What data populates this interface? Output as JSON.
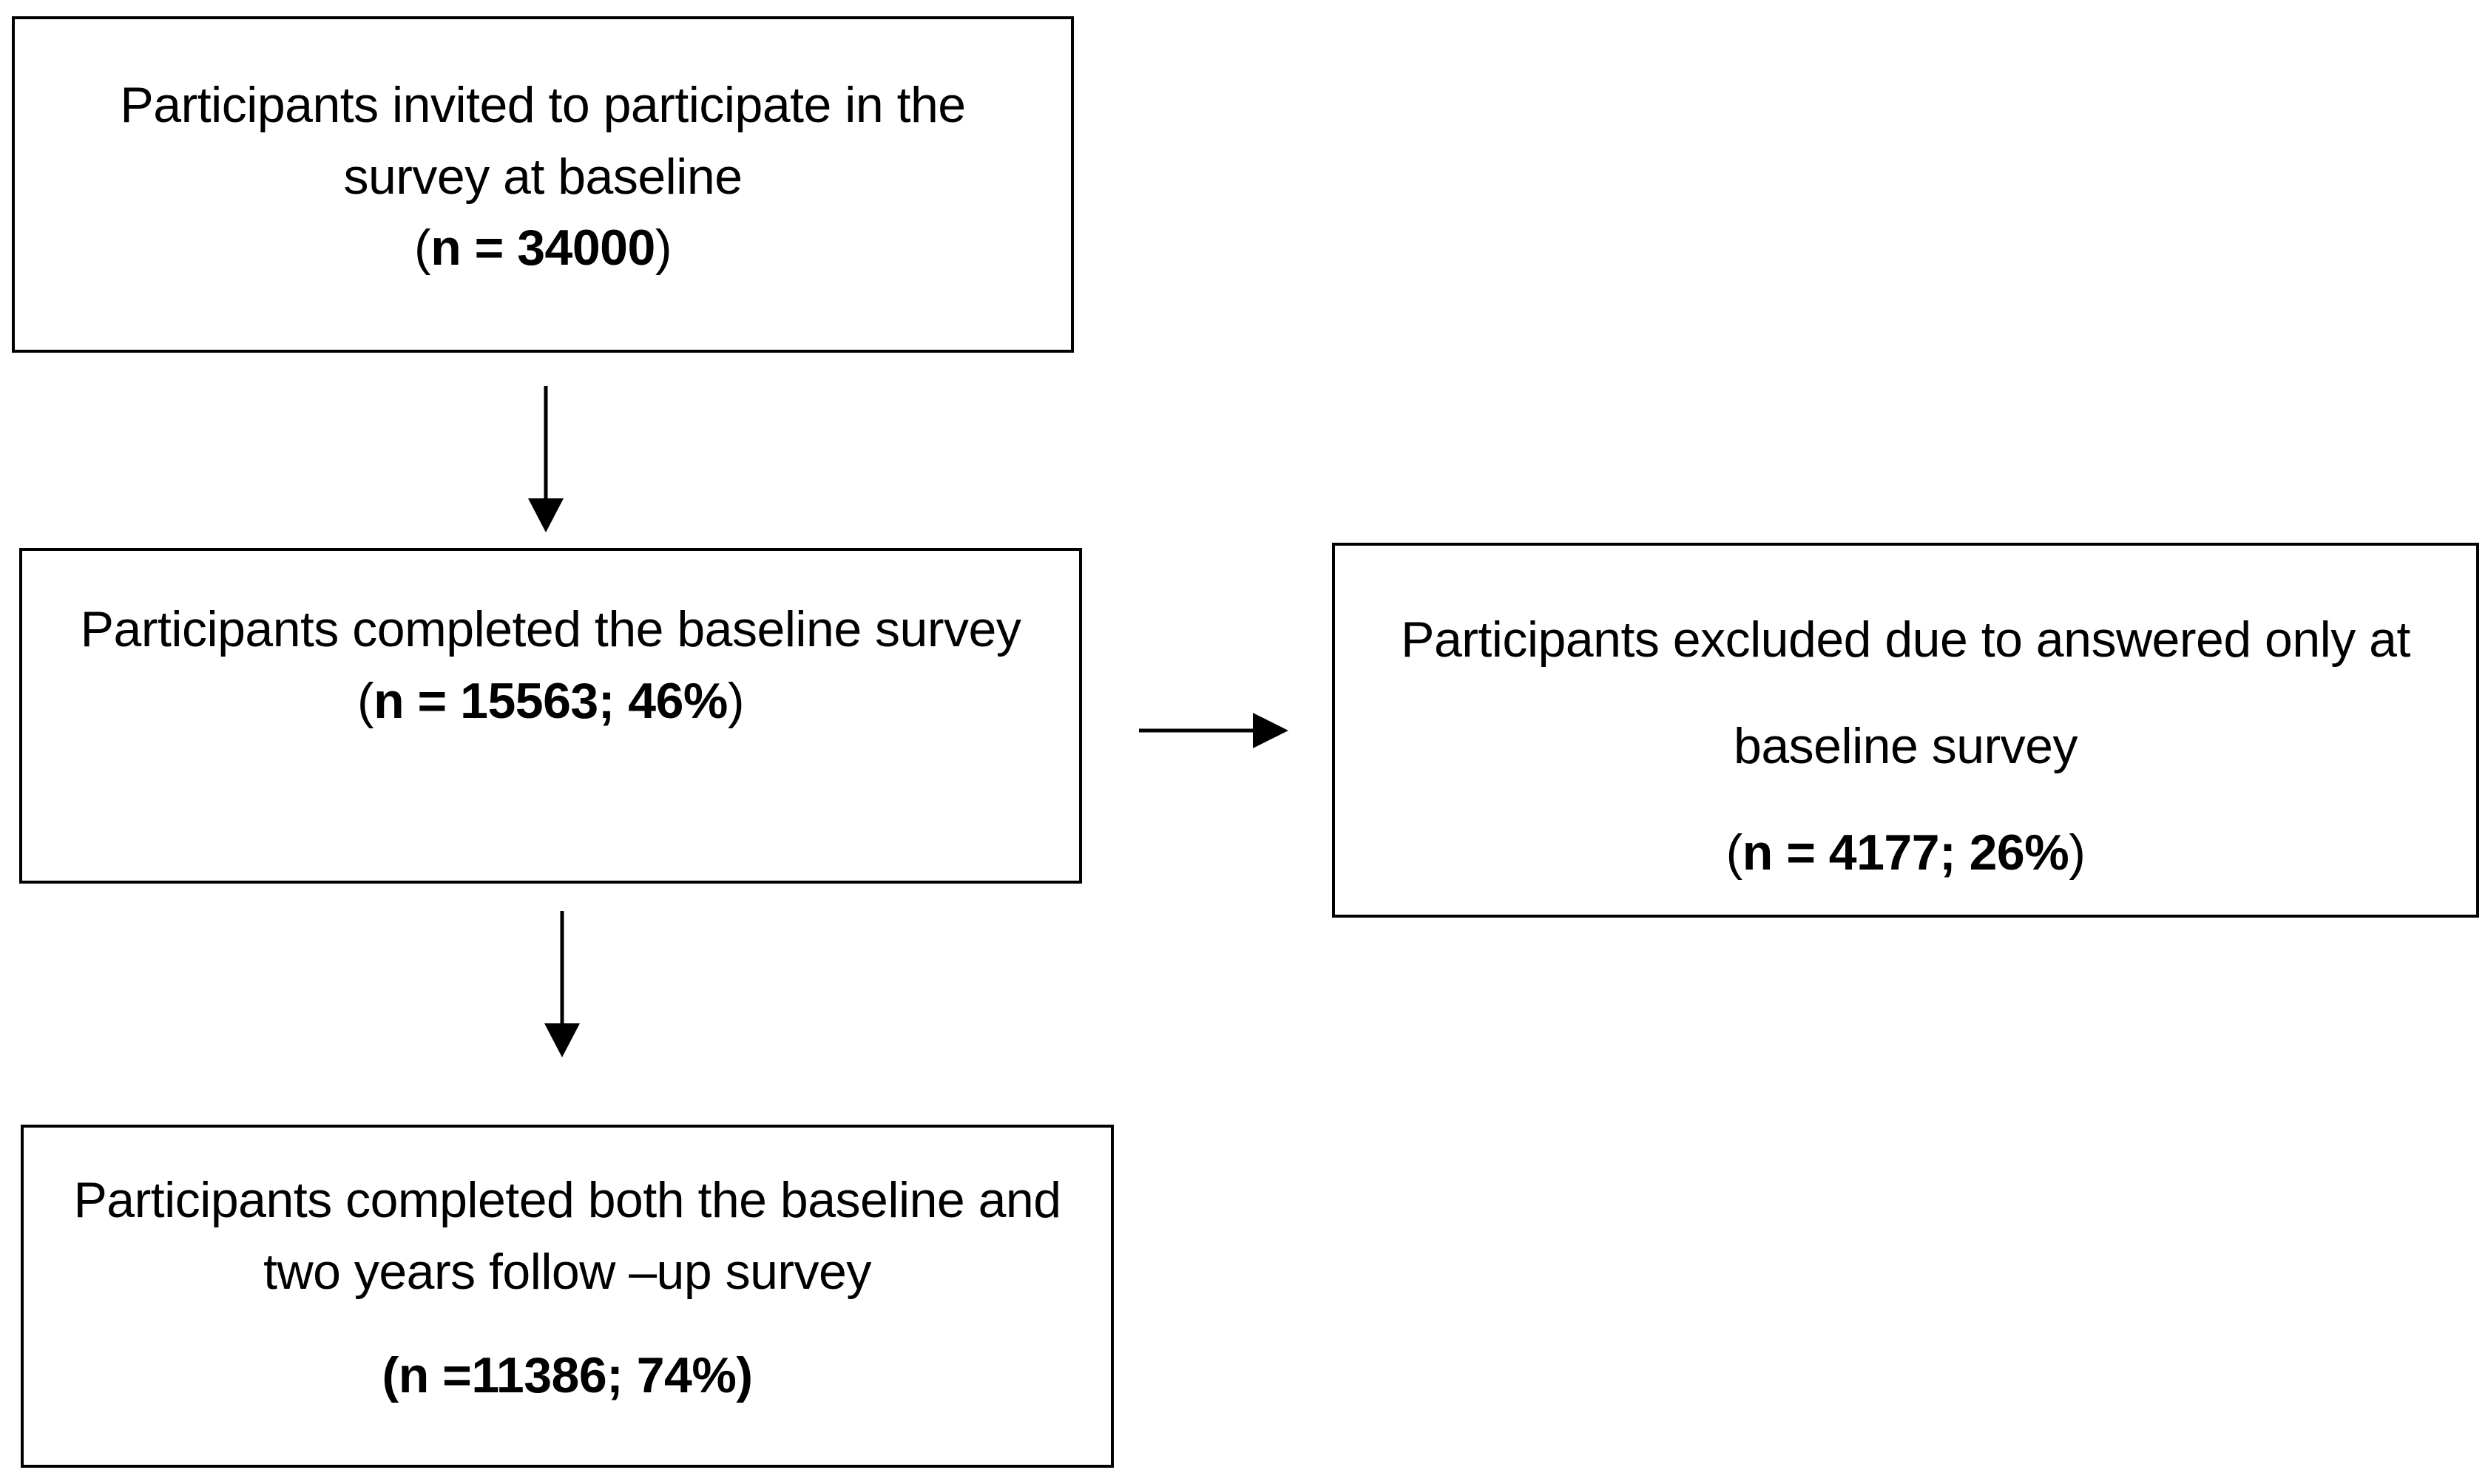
{
  "flowchart": {
    "invited": {
      "line1": "Participants invited to participate in the",
      "line2": "survey at baseline",
      "count": "n = 34000"
    },
    "completed_baseline": {
      "line1": "Participants completed the baseline survey",
      "count": "n = 15563; 46%"
    },
    "excluded": {
      "line1": "Participants excluded due to answered only at",
      "line2": "baseline survey",
      "count": "n = 4177; 26%"
    },
    "completed_both": {
      "line1": "Participants completed both the baseline and",
      "line2": "two years follow –up survey",
      "count": "n =11386; 74%"
    }
  }
}
